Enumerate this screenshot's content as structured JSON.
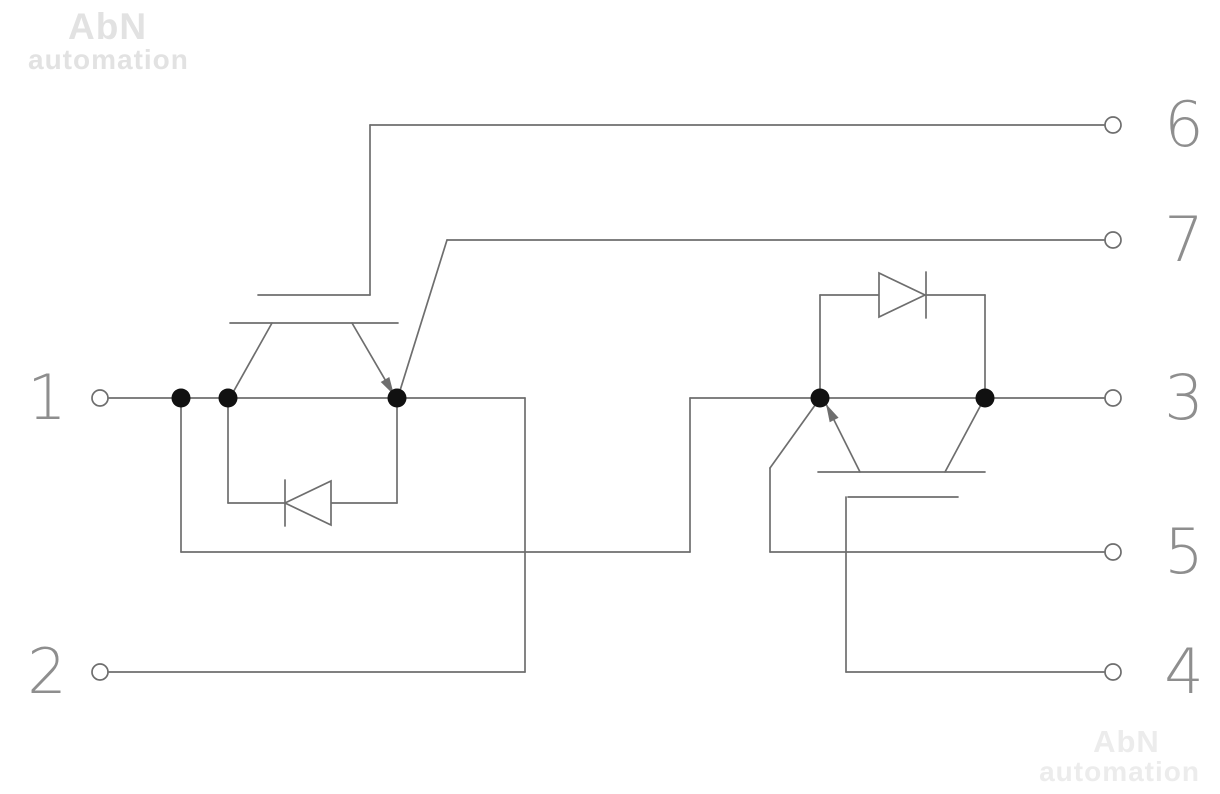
{
  "terminals": [
    {
      "label": "1",
      "side": "left"
    },
    {
      "label": "2",
      "side": "left"
    },
    {
      "label": "3",
      "side": "right"
    },
    {
      "label": "4",
      "side": "right"
    },
    {
      "label": "5",
      "side": "right"
    },
    {
      "label": "6",
      "side": "right"
    },
    {
      "label": "7",
      "side": "right"
    }
  ],
  "watermarks": {
    "top_left": {
      "brand": "AbN",
      "word": "automation"
    },
    "bottom_right": {
      "brand": "AbN",
      "word": "automation"
    }
  },
  "components": [
    {
      "name": "igbt-left",
      "gate_terminal": "6",
      "collector_terminal": "1",
      "emitter_terminals": [
        "2",
        "7"
      ]
    },
    {
      "name": "diode-left",
      "type": "freewheeling-diode",
      "anti_parallel_with": "igbt-left"
    },
    {
      "name": "igbt-right",
      "gate_terminal": "4",
      "collector_terminal": "3",
      "emitter_terminals": [
        "1",
        "5"
      ]
    },
    {
      "name": "diode-right",
      "type": "freewheeling-diode",
      "anti_parallel_with": "igbt-right"
    }
  ],
  "colors": {
    "wire": "#6e6e6e",
    "junction_dot": "#111111",
    "terminal_label": "#8e8e8e",
    "watermark": "#e7e7e7",
    "background": "#ffffff"
  }
}
